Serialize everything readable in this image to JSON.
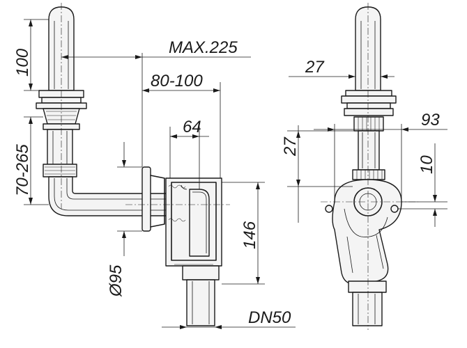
{
  "dimensions": {
    "riser_length": "100",
    "max_projection": "MAX.225",
    "wall_distance": "80-100",
    "trap_offset": "64",
    "height_adjust": "70-265",
    "trap_height": "146",
    "rosette_diameter": "Ø95",
    "outlet_size": "DN50",
    "side_riser_width": "27",
    "side_body_width": "93",
    "side_spacing": "27",
    "side_offset": "10"
  }
}
